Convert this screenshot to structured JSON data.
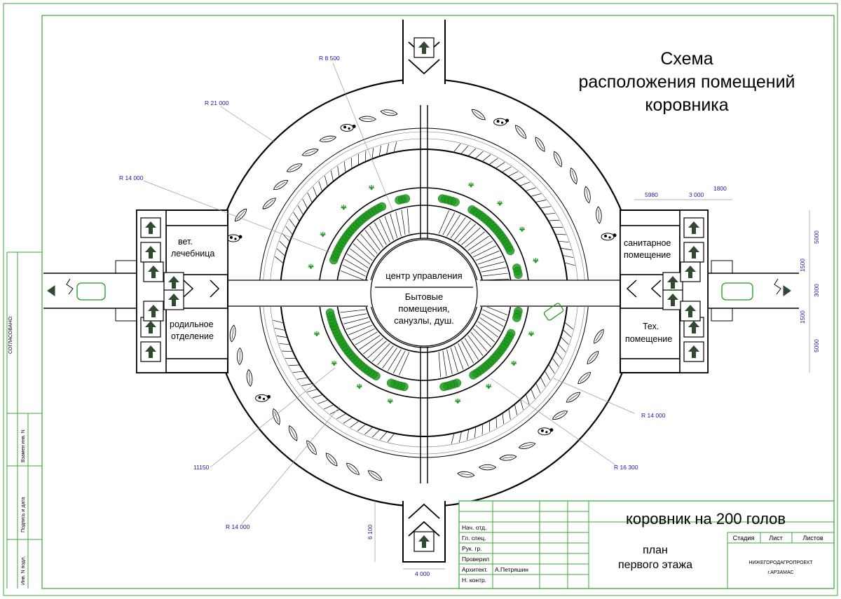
{
  "title": {
    "line1": "Схема",
    "line2": "расположения помещений",
    "line3": "коровника"
  },
  "rooms": {
    "vet_line1": "вет.",
    "vet_line2": "лечебница",
    "birth_line1": "родильное",
    "birth_line2": "отделение",
    "sanitary_line1": "санитарное",
    "sanitary_line2": "помещение",
    "tech_line1": "Тех.",
    "tech_line2": "помещение",
    "center_title": "центр управления",
    "center_line1": "Бытовые",
    "center_line2": "помещения,",
    "center_line3": "санузлы, душ."
  },
  "dimensions": {
    "r8500": "R 8 500",
    "r21000": "R 21 000",
    "r14000_a": "R 14 000",
    "r14000_b": "R 14 000",
    "r14000_c": "R 14 000",
    "r16300": "R 16 300",
    "d11150": "11150",
    "d5980": "5980",
    "d3000": "3 000",
    "d1800": "1800",
    "v5000_top": "5000",
    "v1500_top": "1500",
    "v3000": "3000",
    "v1500_bot": "1500",
    "v5000_bot": "5000",
    "d6100": "6 100",
    "d4000": "4 000"
  },
  "side_stamp": {
    "agreed": "СОГЛАСОВАНО:",
    "replace_inv": "Взамен инв. N",
    "signature_date": "Подпись и дата",
    "inv_orig": "Инв. N подл."
  },
  "title_block": {
    "project_name": "коровник на 200 голов",
    "sheet_title_line1": "план",
    "sheet_title_line2": "первого этажа",
    "stage": "Стадия",
    "sheet": "Лист",
    "sheets": "Листов",
    "org_line1": "НИЖЕГОРОДАГРОПРОЕКТ",
    "org_line2": "г.АРЗАМАС",
    "roles": [
      {
        "role": "Нач. отд.",
        "name": ""
      },
      {
        "role": "Гл. спец.",
        "name": ""
      },
      {
        "role": "Рук. гр.",
        "name": ""
      },
      {
        "role": "Проверил",
        "name": ""
      },
      {
        "role": "Архитект.",
        "name": "А.Петряшин"
      },
      {
        "role": "Н. контр.",
        "name": ""
      }
    ]
  },
  "colors": {
    "frame": "#3aa83a",
    "plant": "#1f9a1f",
    "dimension_text": "#1a1aa6",
    "wall": "#000000",
    "arrow_fill": "#2f4a2f"
  }
}
